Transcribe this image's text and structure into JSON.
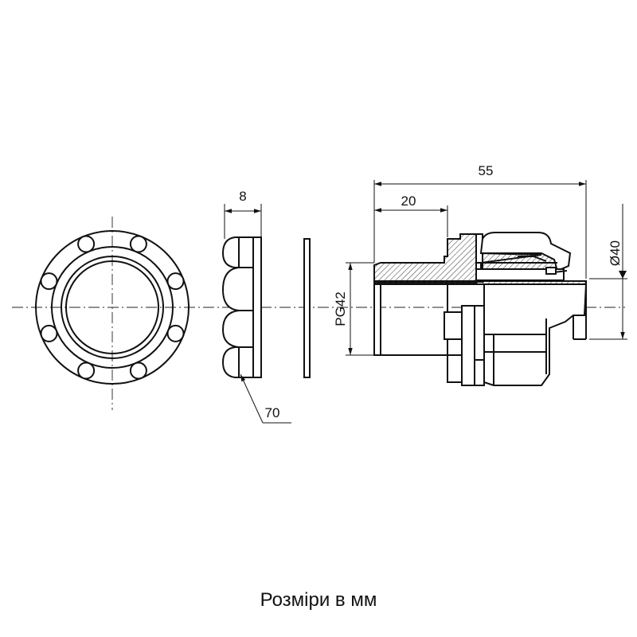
{
  "dimensions": {
    "nut_thickness": "8",
    "nut_diameter": "70",
    "overall_length": "55",
    "thread_length": "20",
    "thread_size": "PG42",
    "cable_diameter": "Ø40"
  },
  "caption": "Розміри в мм"
}
